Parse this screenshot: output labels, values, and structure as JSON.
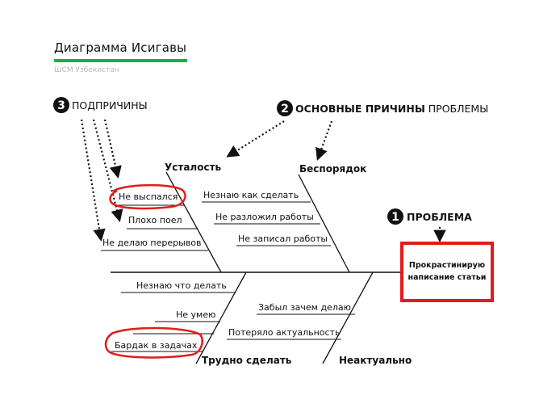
{
  "header": {
    "title": "Диаграмма Исигавы",
    "subtitle": "ШСМ Узбекистан",
    "accent_color": "#13b24a"
  },
  "legend": {
    "subcauses": {
      "number": "3",
      "label": "ПОДПРИЧИНЫ"
    },
    "main_causes": {
      "number": "2",
      "label_bold": "ОСНОВНЫЕ ПРИЧИНЫ",
      "label_rest": " ПРОБЛЕМЫ"
    },
    "problem": {
      "number": "1",
      "label": "ПРОБЛЕМА"
    }
  },
  "problem_box": {
    "line1": "Прокрастинирую",
    "line2": "написание статьи",
    "border_color": "#e31b1b"
  },
  "categories": {
    "fatigue": {
      "label": "Усталость",
      "causes": [
        "Не выспался",
        "Плохо поел",
        "Не делаю перерывов"
      ]
    },
    "mess": {
      "label": "Беспорядок",
      "causes": [
        "Незнаю как сделать",
        "Не разложил работы",
        "Не записал работы"
      ]
    },
    "hard": {
      "label": "Трудно сделать",
      "causes": [
        "Незнаю что делать",
        "Не умею",
        "Бардак в задачах"
      ]
    },
    "irrelevant": {
      "label": "Неактуально",
      "causes": [
        "Забыл зачем делаю",
        "Потеряло актуальность"
      ]
    }
  },
  "highlight_color": "#e31b1b"
}
